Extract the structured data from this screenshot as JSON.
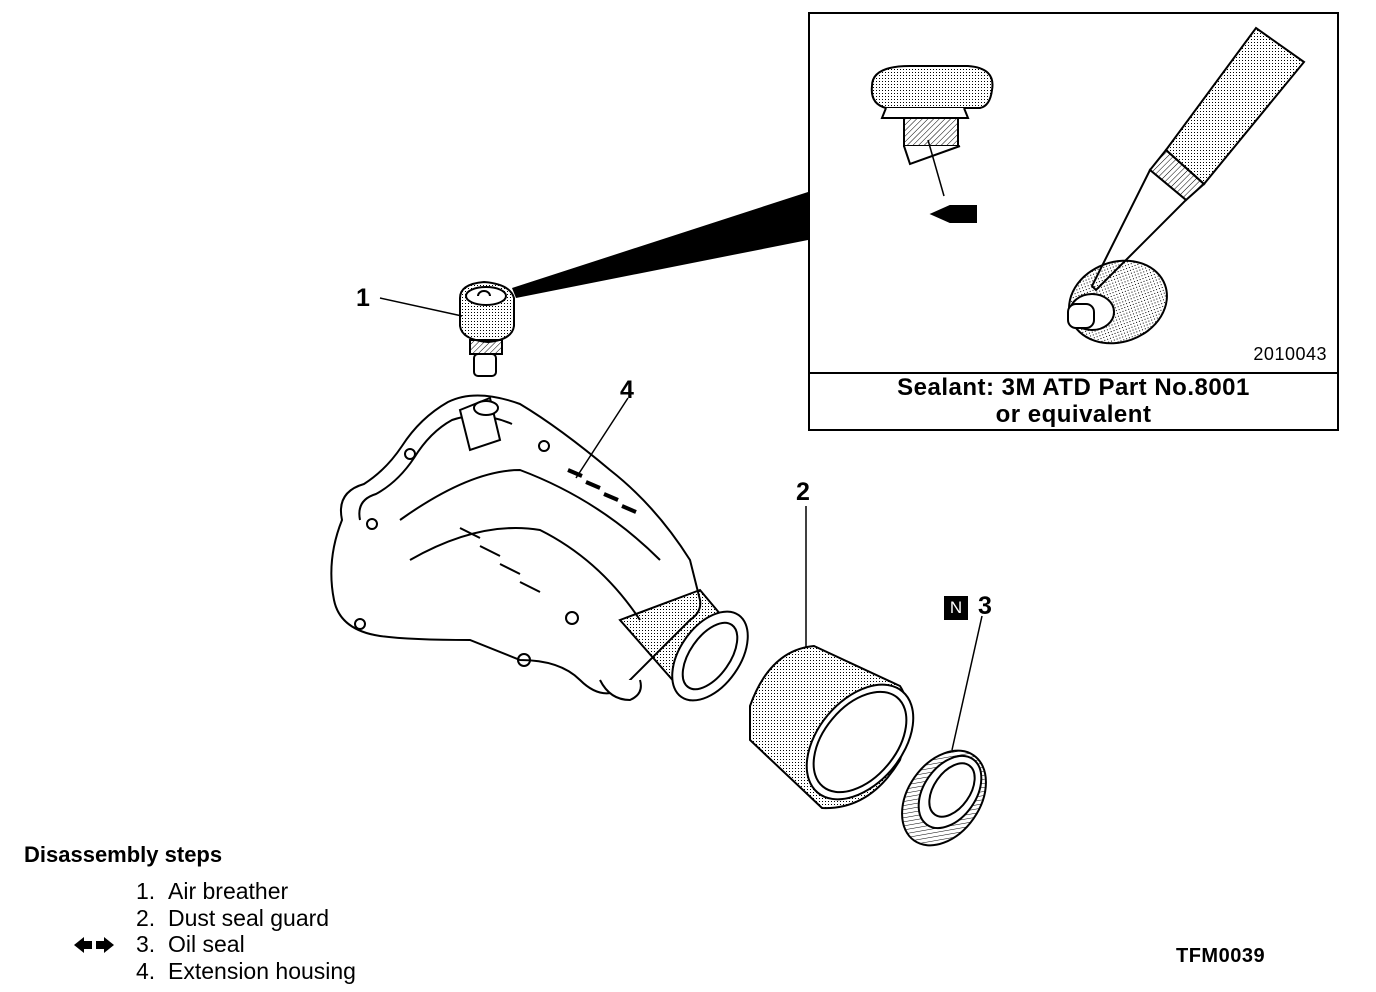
{
  "callouts": {
    "c1": "1",
    "c2": "2",
    "c3": "3",
    "c4": "4",
    "new_part_badge": "N"
  },
  "inset": {
    "code": "2010043",
    "sealant_line1": "Sealant: 3M ATD Part No.8001",
    "sealant_line2": "or equivalent"
  },
  "steps": {
    "title": "Disassembly steps",
    "items": [
      {
        "num": "1.",
        "label": "Air breather"
      },
      {
        "num": "2.",
        "label": "Dust seal guard"
      },
      {
        "num": "3.",
        "label": "Oil seal"
      },
      {
        "num": "4.",
        "label": "Extension housing"
      }
    ]
  },
  "figure_code": "TFM0039"
}
